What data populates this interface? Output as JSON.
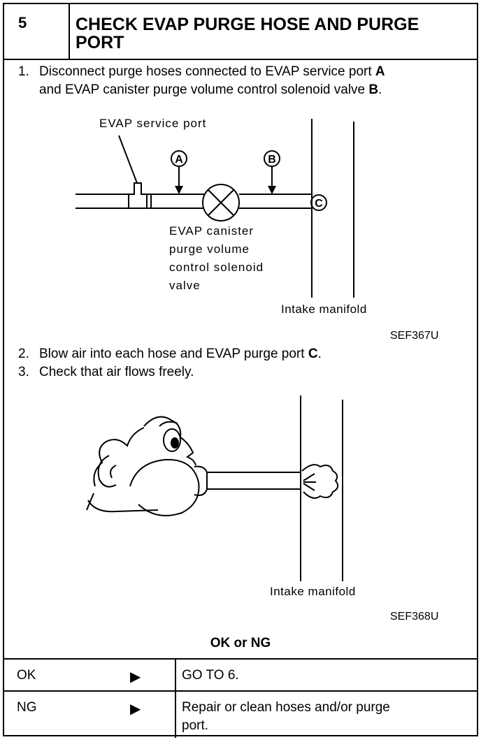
{
  "header": {
    "step_number": "5",
    "title": "CHECK EVAP PURGE HOSE AND PURGE PORT"
  },
  "step1": {
    "number": "1.",
    "line1": "Disconnect purge hoses connected to EVAP service port",
    "letter_a": "A",
    "line2": "and EVAP canister purge volume control solenoid valve",
    "letter_b": "B",
    "period": "."
  },
  "figure1": {
    "service_port_label": "EVAP service port",
    "marker_a": "A",
    "marker_b": "B",
    "marker_c": "C",
    "valve_label_lines": [
      "EVAP canister",
      "purge volume",
      "control solenoid",
      "valve"
    ],
    "manifold_label": "Intake manifold",
    "code": "SEF367U"
  },
  "step2": {
    "number": "2.",
    "text": "Blow air into each hose and EVAP purge port",
    "letter_c": "C",
    "period": "."
  },
  "step3": {
    "number": "3.",
    "text": "Check that air flows freely."
  },
  "figure2": {
    "manifold_label": "Intake manifold",
    "code": "SEF368U"
  },
  "result": {
    "title": "OK or NG",
    "rows": [
      {
        "result": "OK",
        "arrow": "▶",
        "action": "GO TO 6."
      },
      {
        "result": "NG",
        "arrow": "▶",
        "action_line1": "Repair or clean hoses and/or purge",
        "action_line2": "port."
      }
    ]
  }
}
